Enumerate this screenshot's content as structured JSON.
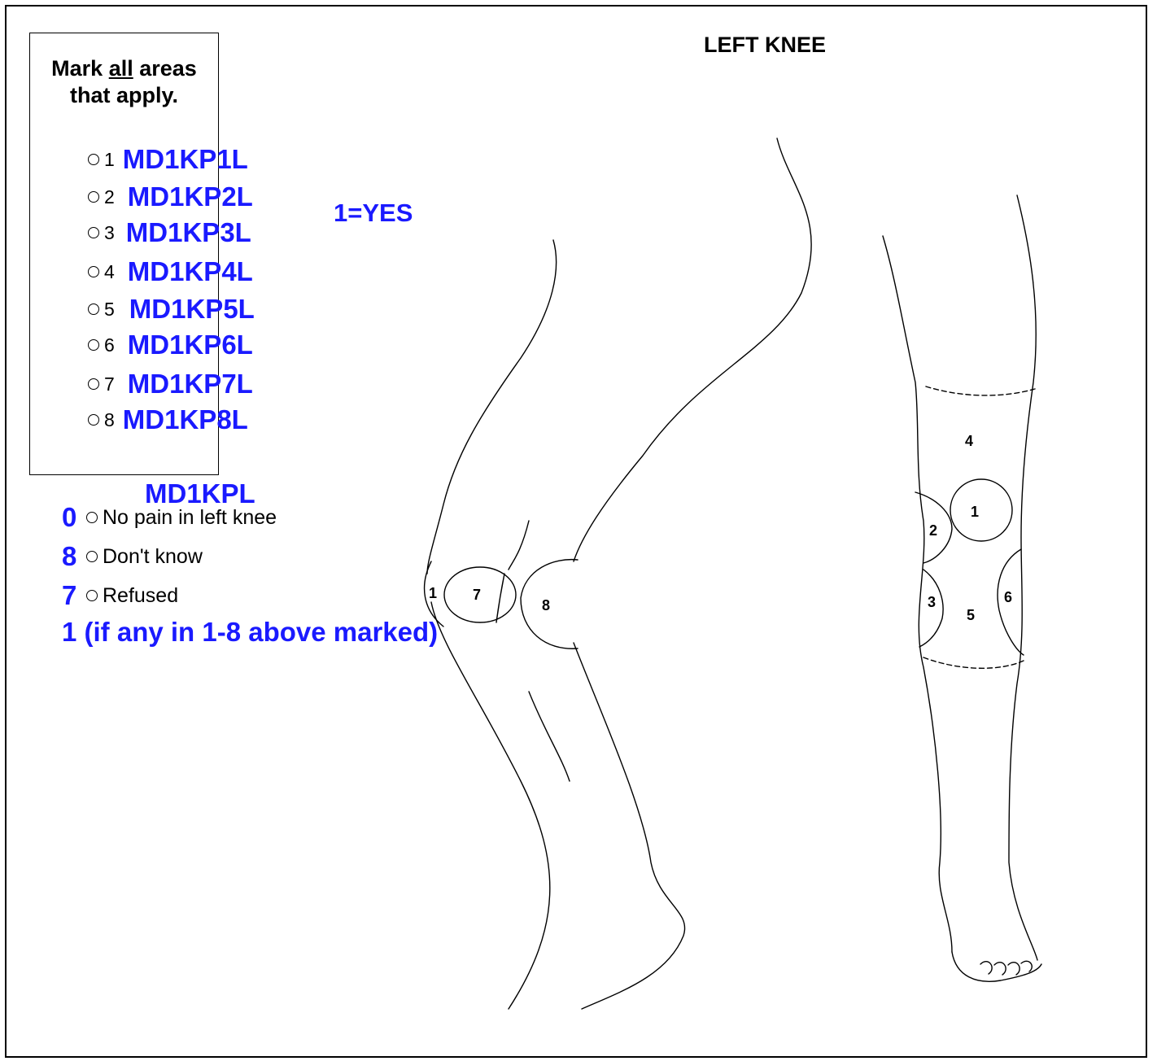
{
  "title": "LEFT KNEE",
  "instruction": {
    "prefix": "Mark ",
    "emphasis": "all",
    "suffix": " areas that apply."
  },
  "areas": [
    {
      "num": "1",
      "code": "MD1KP1L"
    },
    {
      "num": "2",
      "code": "MD1KP2L"
    },
    {
      "num": "3",
      "code": "MD1KP3L"
    },
    {
      "num": "4",
      "code": "MD1KP4L"
    },
    {
      "num": "5",
      "code": "MD1KP5L"
    },
    {
      "num": "6",
      "code": "MD1KP6L"
    },
    {
      "num": "7",
      "code": "MD1KP7L"
    },
    {
      "num": "8",
      "code": "MD1KP8L"
    }
  ],
  "yes_note": "1=YES",
  "summary_code": "MD1KPL",
  "answers": [
    {
      "value": "0",
      "label": "No pain in left knee"
    },
    {
      "value": "8",
      "label": "Don't know"
    },
    {
      "value": "7",
      "label": "Refused"
    }
  ],
  "marked_note": "1 (if any in 1-8 above marked)",
  "diagram": {
    "side_view_labels": [
      "1",
      "7",
      "8"
    ],
    "front_view_labels": [
      "4",
      "1",
      "2",
      "3",
      "5",
      "6"
    ]
  },
  "colors": {
    "code": "#1a1aff",
    "ink": "#000000"
  }
}
